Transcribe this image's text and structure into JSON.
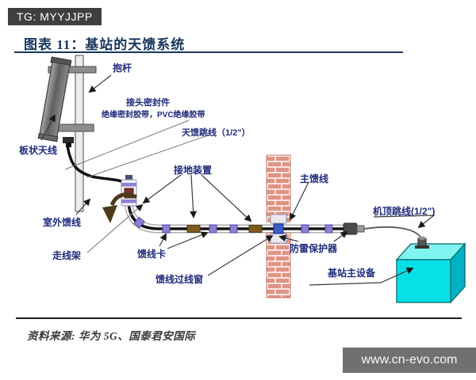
{
  "header": {
    "watermark": "TG: MYYJJPP",
    "title": "图表 11：基站的天馈系统"
  },
  "footer": {
    "source": "资料来源: 华为 5G、国泰君安国际",
    "website": "www.cn-evo.com"
  },
  "diagram": {
    "labels": {
      "pole": "抱杆",
      "joint_seal": "接头密封件",
      "insulation_tape": "绝缘密封胶带，PVC绝缘胶带",
      "antenna_jumper": "天馈跳线（1/2\"）",
      "panel_antenna": "板状天线",
      "grounding_device": "接地装置",
      "outdoor_feeder": "室外馈线",
      "cable_rack": "走线架",
      "feeder_clamp": "馈线卡",
      "feeder_window": "馈线过线窗",
      "main_feeder": "主馈线",
      "lightning_protector": "防雷保护器",
      "top_jumper": "机顶跳线(1/2\")",
      "bts_equipment": "基站主设备"
    },
    "colors": {
      "label_text": "#1f2a7a",
      "title_text": "#17365d",
      "bts_box_front": "#08e0e8",
      "bts_box_top": "#7ff4f0",
      "bts_box_side": "#00b2c4",
      "brick": "#e09484",
      "clamp_purple": "#8f7fd0",
      "ground_brown": "#7d5a1e",
      "watermark_bg": "#3f3f3f",
      "website_bg": "#707070"
    }
  }
}
